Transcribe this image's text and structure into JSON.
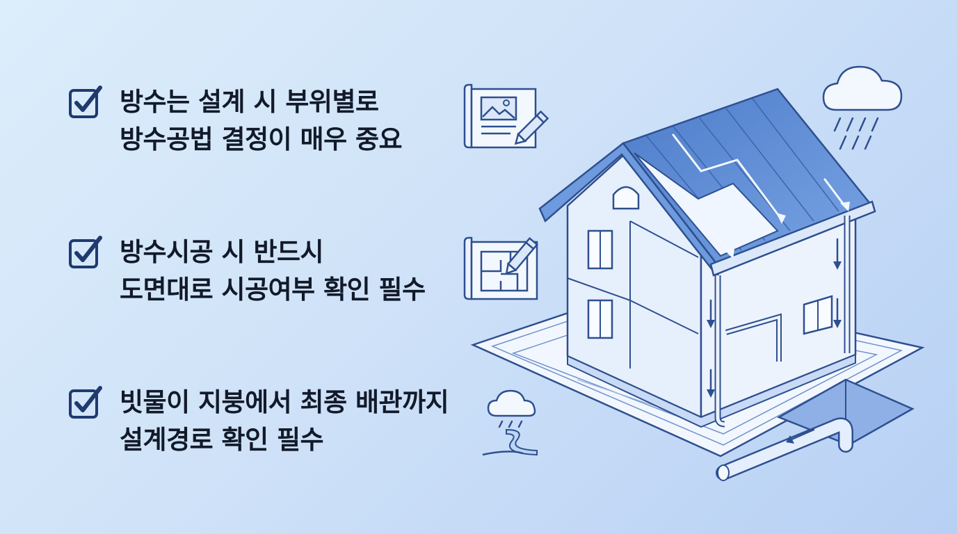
{
  "items": [
    {
      "line1": "방수는 설계 시 부위별로",
      "line2": "방수공법 결정이 매우 중요",
      "icon": "blueprint-pencil-icon"
    },
    {
      "line1": "방수시공 시 반드시",
      "line2": "도면대로 시공여부 확인 필수",
      "icon": "floor-plan-icon"
    },
    {
      "line1": "빗물이 지붕에서 최종 배관까지",
      "line2": "설계경로 확인 필수",
      "icon": "rain-path-icon"
    }
  ],
  "illustration": {
    "name": "house-drainage-illustration",
    "icon": "rain-cloud-icon"
  },
  "colors": {
    "stroke": "#2e4f8f",
    "check": "#1f3a6e",
    "roof": "#5f8fd8",
    "text": "#121a2a"
  }
}
